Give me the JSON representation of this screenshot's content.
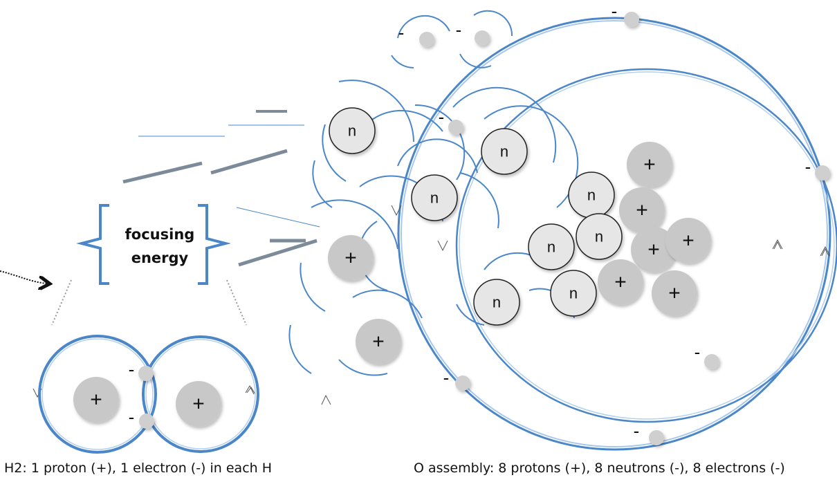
{
  "labels": {
    "focusing_line1": "focusing",
    "focusing_line2": "energy",
    "h2_caption": "H2: 1 proton (+), 1 electron (-) in each H",
    "o_caption": "O assembly: 8 protons (+), 8 neutrons (-), 8 electrons (-)"
  },
  "symbols": {
    "proton": "+",
    "neutron": "n",
    "electron": "-"
  },
  "colors": {
    "orbit": "#4a86c8",
    "orbit_light": "#8fb6e6",
    "proton_fill": "#c8c8c8",
    "neutron_fill": "#e6e6e6",
    "electron_fill": "#cfcfcf",
    "energy_lines": "#7d8a99"
  }
}
